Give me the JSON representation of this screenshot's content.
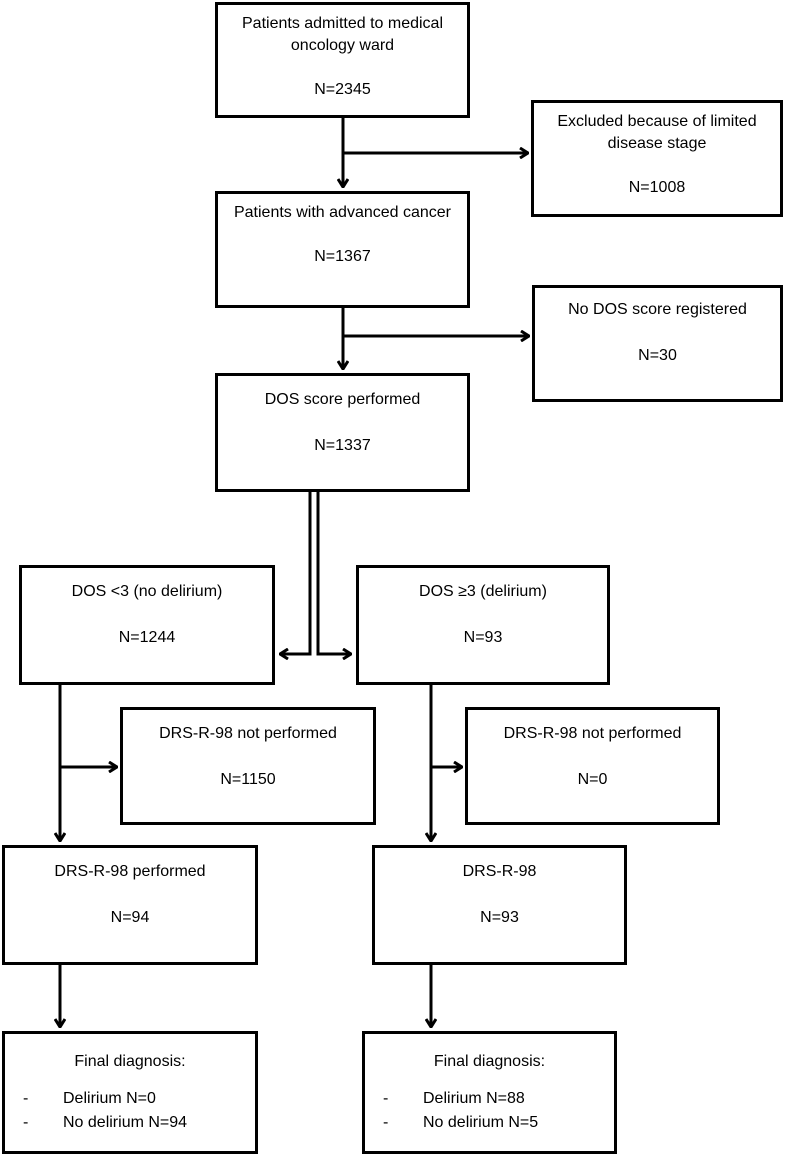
{
  "boxes": {
    "admitted": {
      "title": "Patients admitted to medical oncology ward",
      "count": "N=2345"
    },
    "excluded": {
      "title": "Excluded because of limited disease stage",
      "count": "N=1008"
    },
    "advanced": {
      "title": "Patients with advanced cancer",
      "count": "N=1367"
    },
    "no_dos": {
      "title": "No DOS score registered",
      "count": "N=30"
    },
    "dos_performed": {
      "title": "DOS score performed",
      "count": "N=1337"
    },
    "dos_low": {
      "title": "DOS <3 (no delirium)",
      "count": "N=1244"
    },
    "dos_high": {
      "title": "DOS ≥3 (delirium)",
      "count": "N=93"
    },
    "drs_not_left": {
      "title": "DRS-R-98 not performed",
      "count": "N=1150"
    },
    "drs_not_right": {
      "title": "DRS-R-98 not performed",
      "count": "N=0"
    },
    "drs_performed": {
      "title": "DRS-R-98 performed",
      "count": "N=94"
    },
    "drs_right": {
      "title": "DRS-R-98",
      "count": "N=93"
    },
    "final_left": {
      "title": "Final diagnosis:",
      "items": [
        {
          "dash": "-",
          "text": "Delirium N=0"
        },
        {
          "dash": "-",
          "text": "No delirium N=94"
        }
      ]
    },
    "final_right": {
      "title": "Final diagnosis:",
      "items": [
        {
          "dash": "-",
          "text": "Delirium N=88"
        },
        {
          "dash": "-",
          "text": "No delirium N=5"
        }
      ]
    }
  },
  "colors": {
    "line": "#000000",
    "background": "#ffffff"
  }
}
